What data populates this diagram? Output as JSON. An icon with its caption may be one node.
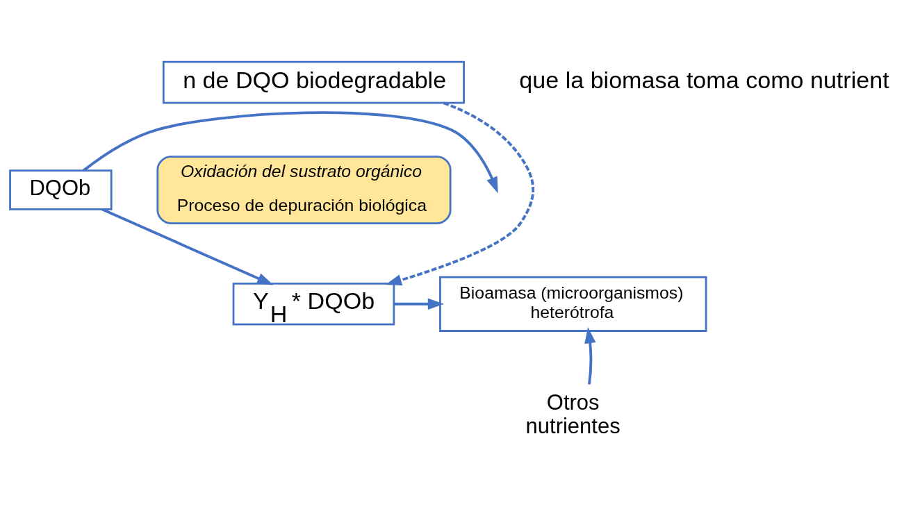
{
  "diagram": {
    "nodes": [
      {
        "text": [
          "n de DQO biodegradable"
        ],
        "beside": [
          "que la biomasa toma como nutrient"
        ]
      },
      {
        "text": [
          "DQOb"
        ]
      },
      {
        "text": [
          "Oxidación del sustrato orgánico",
          "Proceso de depuración biológica"
        ]
      },
      {
        "text": [
          "Y$_{H}$ * DQOb"
        ]
      },
      {
        "text": [
          "Bioamasa (microorganismos) heterótrofa"
        ]
      },
      {
        "text": [
          "Otros nutrientes"
        ]
      }
    ],
    "edges": [
      {
        "from": 0,
        "to": 3,
        "arrow": "to",
        "style": "dashed"
      },
      {
        "from": 1,
        "to": 3,
        "arrow": "to"
      },
      {
        "from": 1,
        "to": null,
        "arrow": "to"
      },
      {
        "from": 3,
        "to": 4,
        "arrow": "to"
      },
      {
        "from": 5,
        "to": 4,
        "arrow": "to"
      }
    ]
  }
}
